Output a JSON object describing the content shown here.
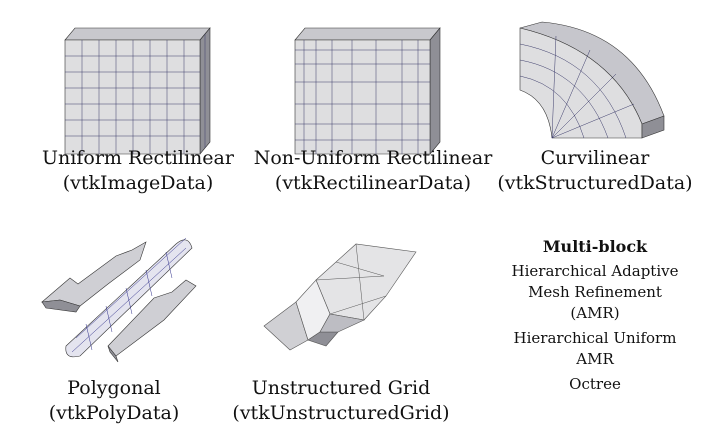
{
  "panels": [
    {
      "title": "Uniform Rectilinear",
      "subtitle": "(vtkImageData)"
    },
    {
      "title": "Non-Uniform Rectilinear",
      "subtitle": "(vtkRectilinearData)"
    },
    {
      "title": "Curvilinear",
      "subtitle": "(vtkStructuredData)"
    },
    {
      "title": "Polygonal",
      "subtitle": "(vtkPolyData)"
    },
    {
      "title": "Unstructured Grid",
      "subtitle": "(vtkUnstructuredGrid)"
    }
  ],
  "multiblock": {
    "heading": "Multi-block",
    "items": [
      "Hierarchical Adaptive Mesh Refinement (AMR)",
      "Hierarchical Uniform AMR",
      "Octree"
    ]
  },
  "colors": {
    "mesh_face": "#dcdcdc",
    "mesh_top": "#c9c9ce",
    "mesh_side": "#9c9ca3",
    "grid_line": "#3a3a6a"
  }
}
